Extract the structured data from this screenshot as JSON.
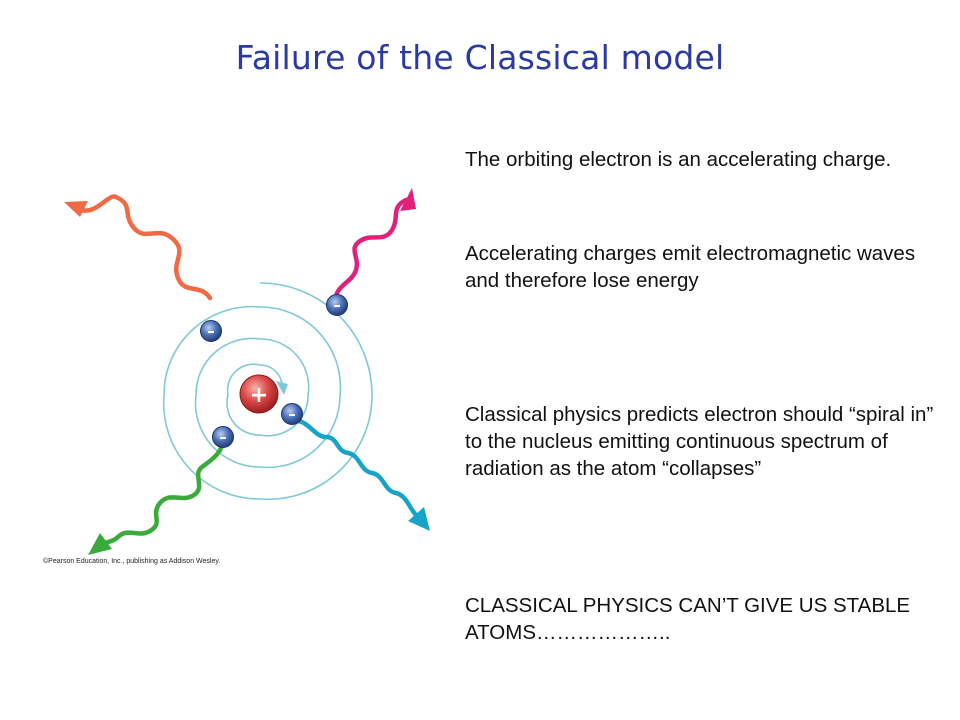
{
  "slide": {
    "title": "Failure of the Classical model",
    "paragraphs": [
      "The orbiting electron is an accelerating charge.",
      "Accelerating charges emit electromagnetic waves and therefore lose energy",
      "Classical physics predicts electron should “spiral in” to the nucleus emitting continuous spectrum of radiation as the atom “collapses”",
      "CLASSICAL PHYSICS CAN’T GIVE US STABLE ATOMS……………….."
    ]
  },
  "diagram": {
    "nucleus_symbol": "+",
    "electron_symbol": "–",
    "credit": "©Pearson Education, Inc., publishing as Addison Wesley.",
    "colors": {
      "nucleus": "#d94545",
      "electron": "#4a6fb8",
      "orbit": "#7ec8d8",
      "wave_orange": "#f06a45",
      "wave_pink": "#e0207a",
      "wave_green": "#3aaa3a",
      "wave_cyan": "#16a5c8"
    }
  }
}
